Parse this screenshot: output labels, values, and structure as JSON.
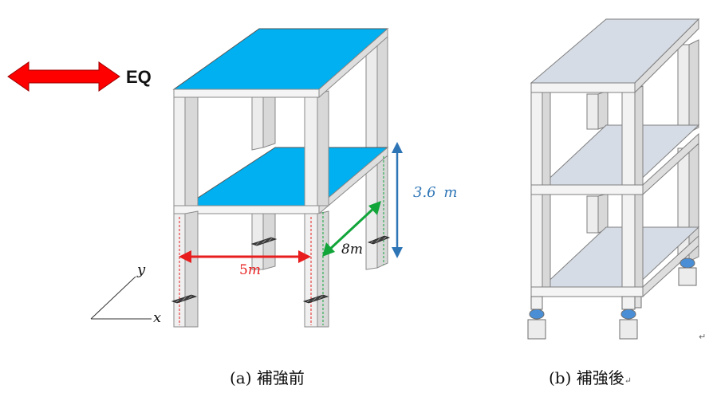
{
  "labels": {
    "eq": "EQ",
    "dim_height": "3.6",
    "dim_height_unit": "m",
    "dim_width": "5",
    "dim_width_unit": "m",
    "dim_depth": "8",
    "dim_depth_unit": "m",
    "axis_y": "y",
    "axis_x": "x"
  },
  "captions": {
    "before": "(a)  補強前",
    "after": "(b)  補強後"
  },
  "marks": {
    "return_mark": "↵"
  },
  "colors": {
    "slab_before": "#00b0f0",
    "slab_after": "#d6dce5",
    "frame": "#ffffff",
    "frame_edge": "#7f7f7f",
    "eq_arrow": "#ff0000",
    "dim_height": "#2e75b6",
    "dim_width": "#e81e1e",
    "dim_depth": "#12a53a",
    "isolator": "#4a8fd6"
  }
}
